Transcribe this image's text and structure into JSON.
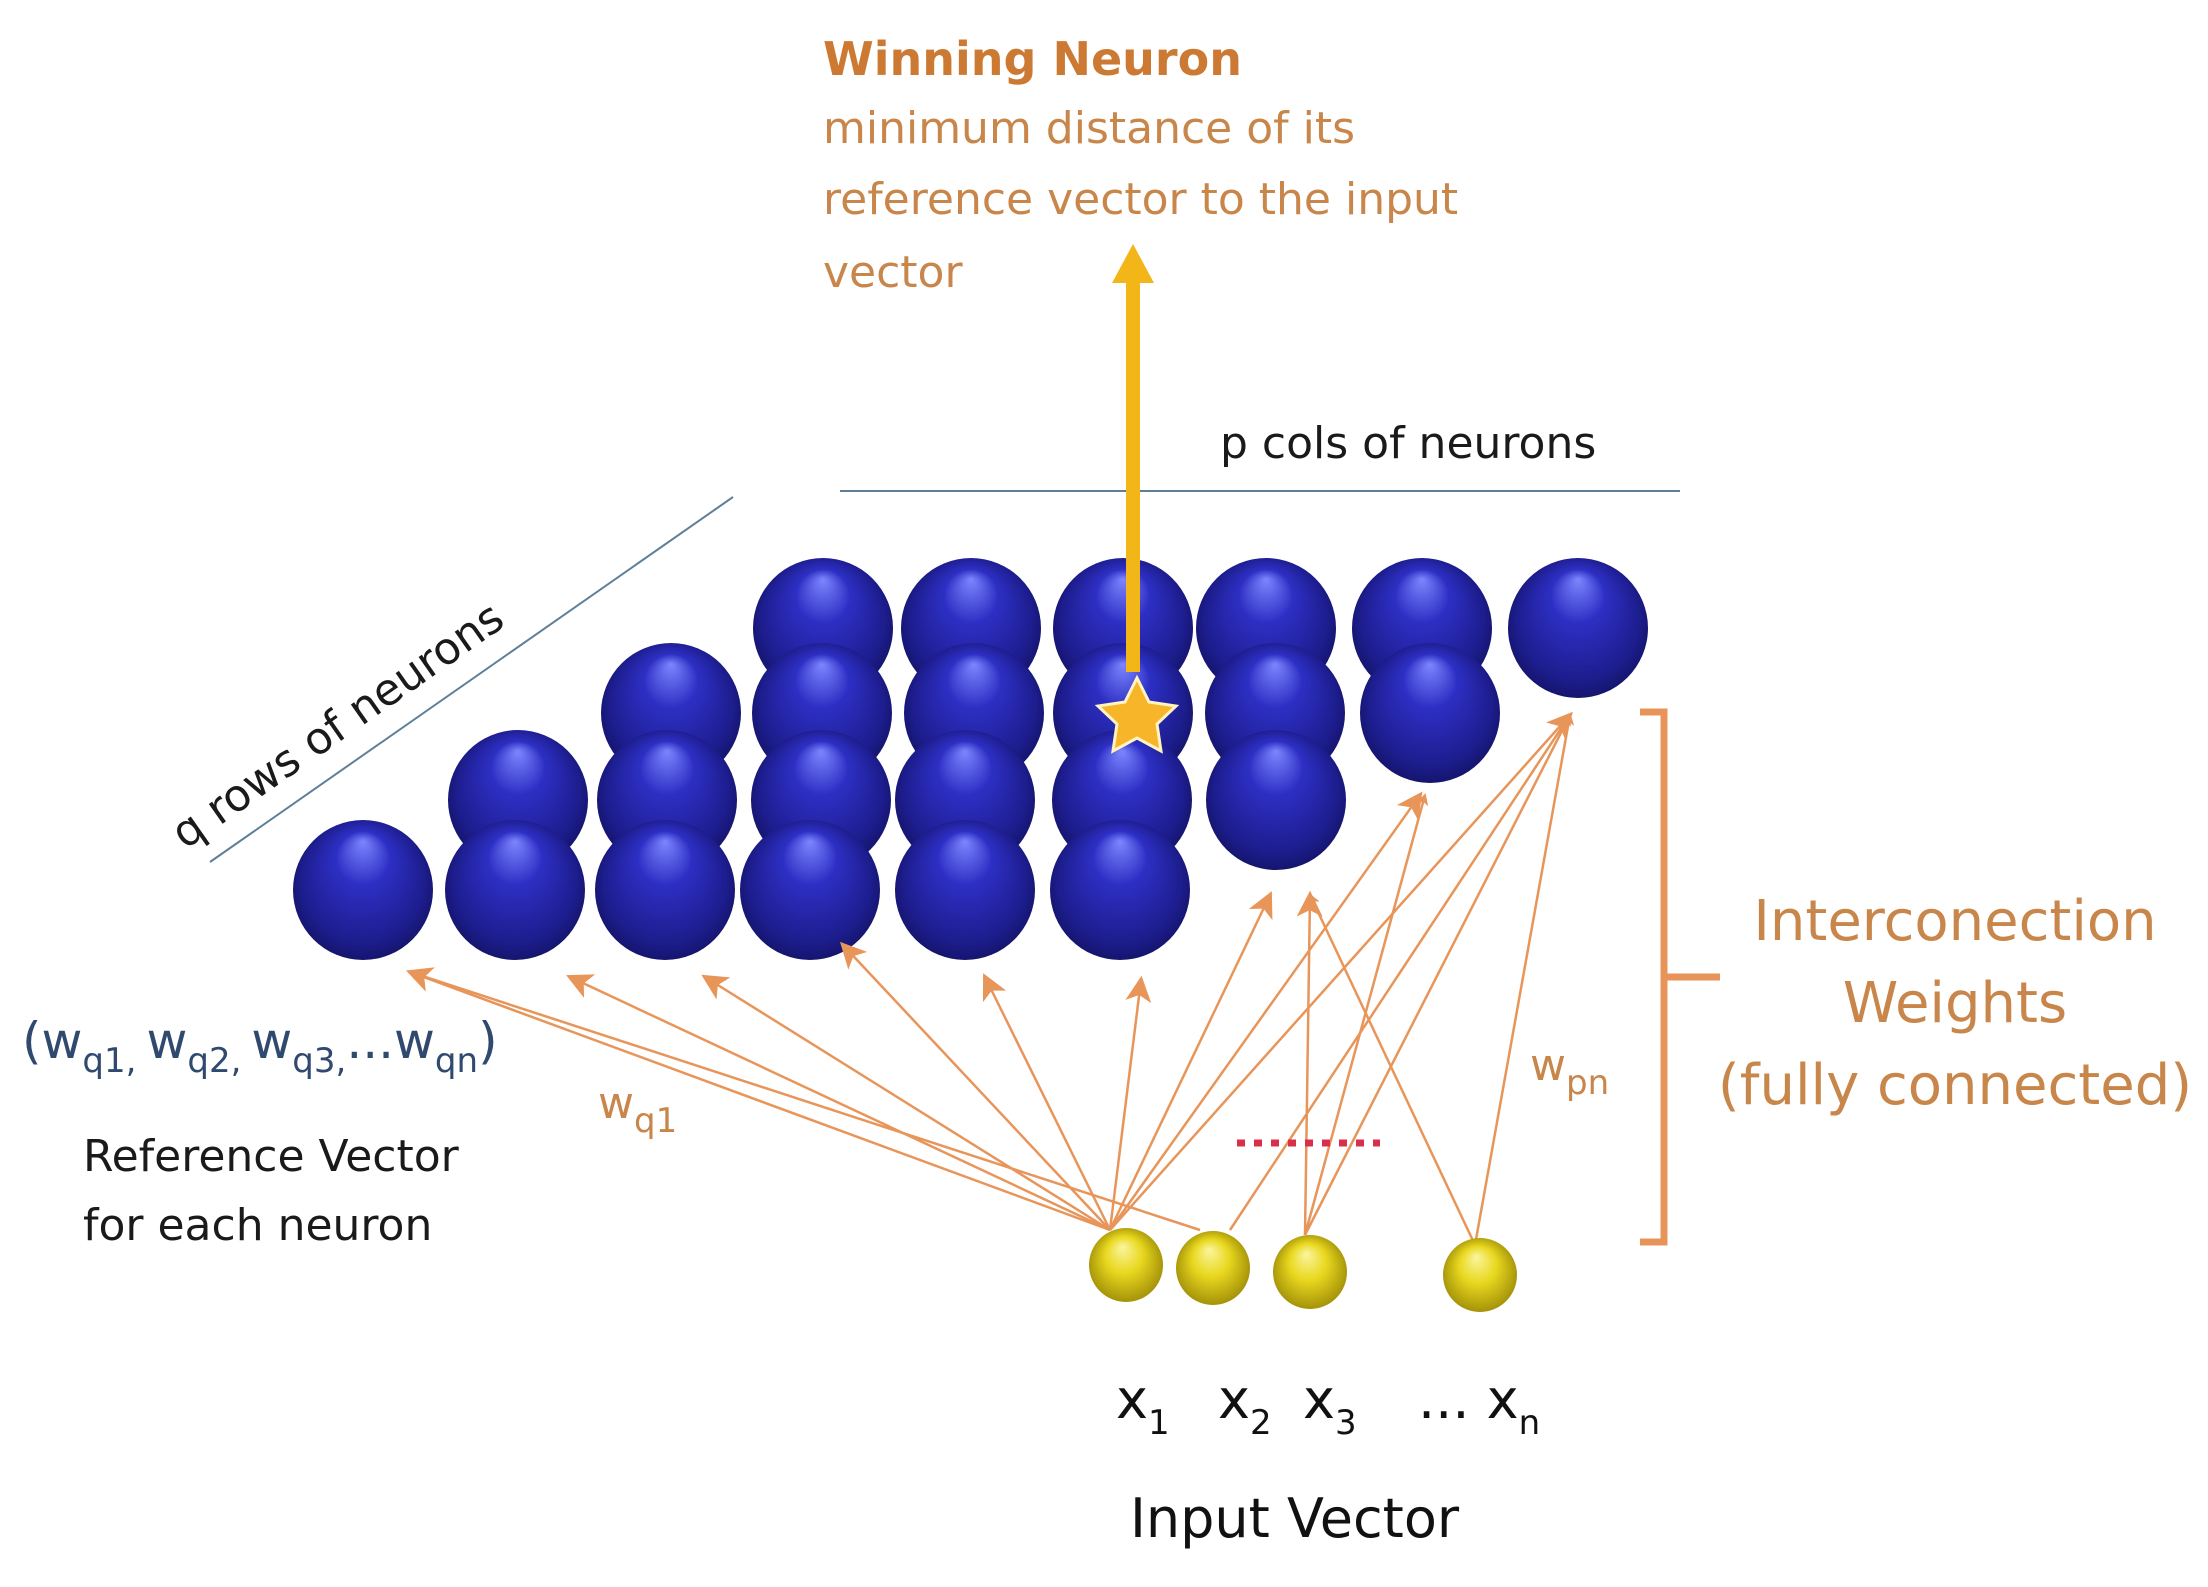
{
  "winning_neuron": {
    "title": "Winning Neuron",
    "line1": "minimum  distance of its",
    "line2": "reference vector to the input",
    "line3": "vector"
  },
  "cols_label": "p cols of neurons",
  "rows_label": "q rows of neurons",
  "reference_tuple": {
    "open": "(",
    "w": "w",
    "s1": "q1,",
    "s2": "q2,",
    "s3": "q3,",
    "dots": "...",
    "sn": "qn",
    "close": ")"
  },
  "wq1": {
    "w": "w",
    "sub": "q1"
  },
  "wpn": {
    "w": "w",
    "sub": "pn"
  },
  "reference_caption": {
    "line1": "Reference Vector",
    "line2": "for each neuron"
  },
  "interconnection": {
    "line1": "Interconection",
    "line2": "Weights",
    "line3": "(fully connected)"
  },
  "inputs": [
    {
      "x": "x",
      "sub": "1"
    },
    {
      "x": "x",
      "sub": "2"
    },
    {
      "x": "x",
      "sub": "3"
    },
    {
      "x": "... x",
      "sub": "n"
    }
  ],
  "input_vector_label": "Input Vector",
  "colors": {
    "neuron": "#2a2aa8",
    "input_neuron": "#e6d21a",
    "connection": "#e8955a",
    "winner_arrow": "#f2b619",
    "star": "#f7b52a",
    "bracket": "#e8935a",
    "guide_line": "#5f7f98",
    "dots": "#d8304a"
  }
}
